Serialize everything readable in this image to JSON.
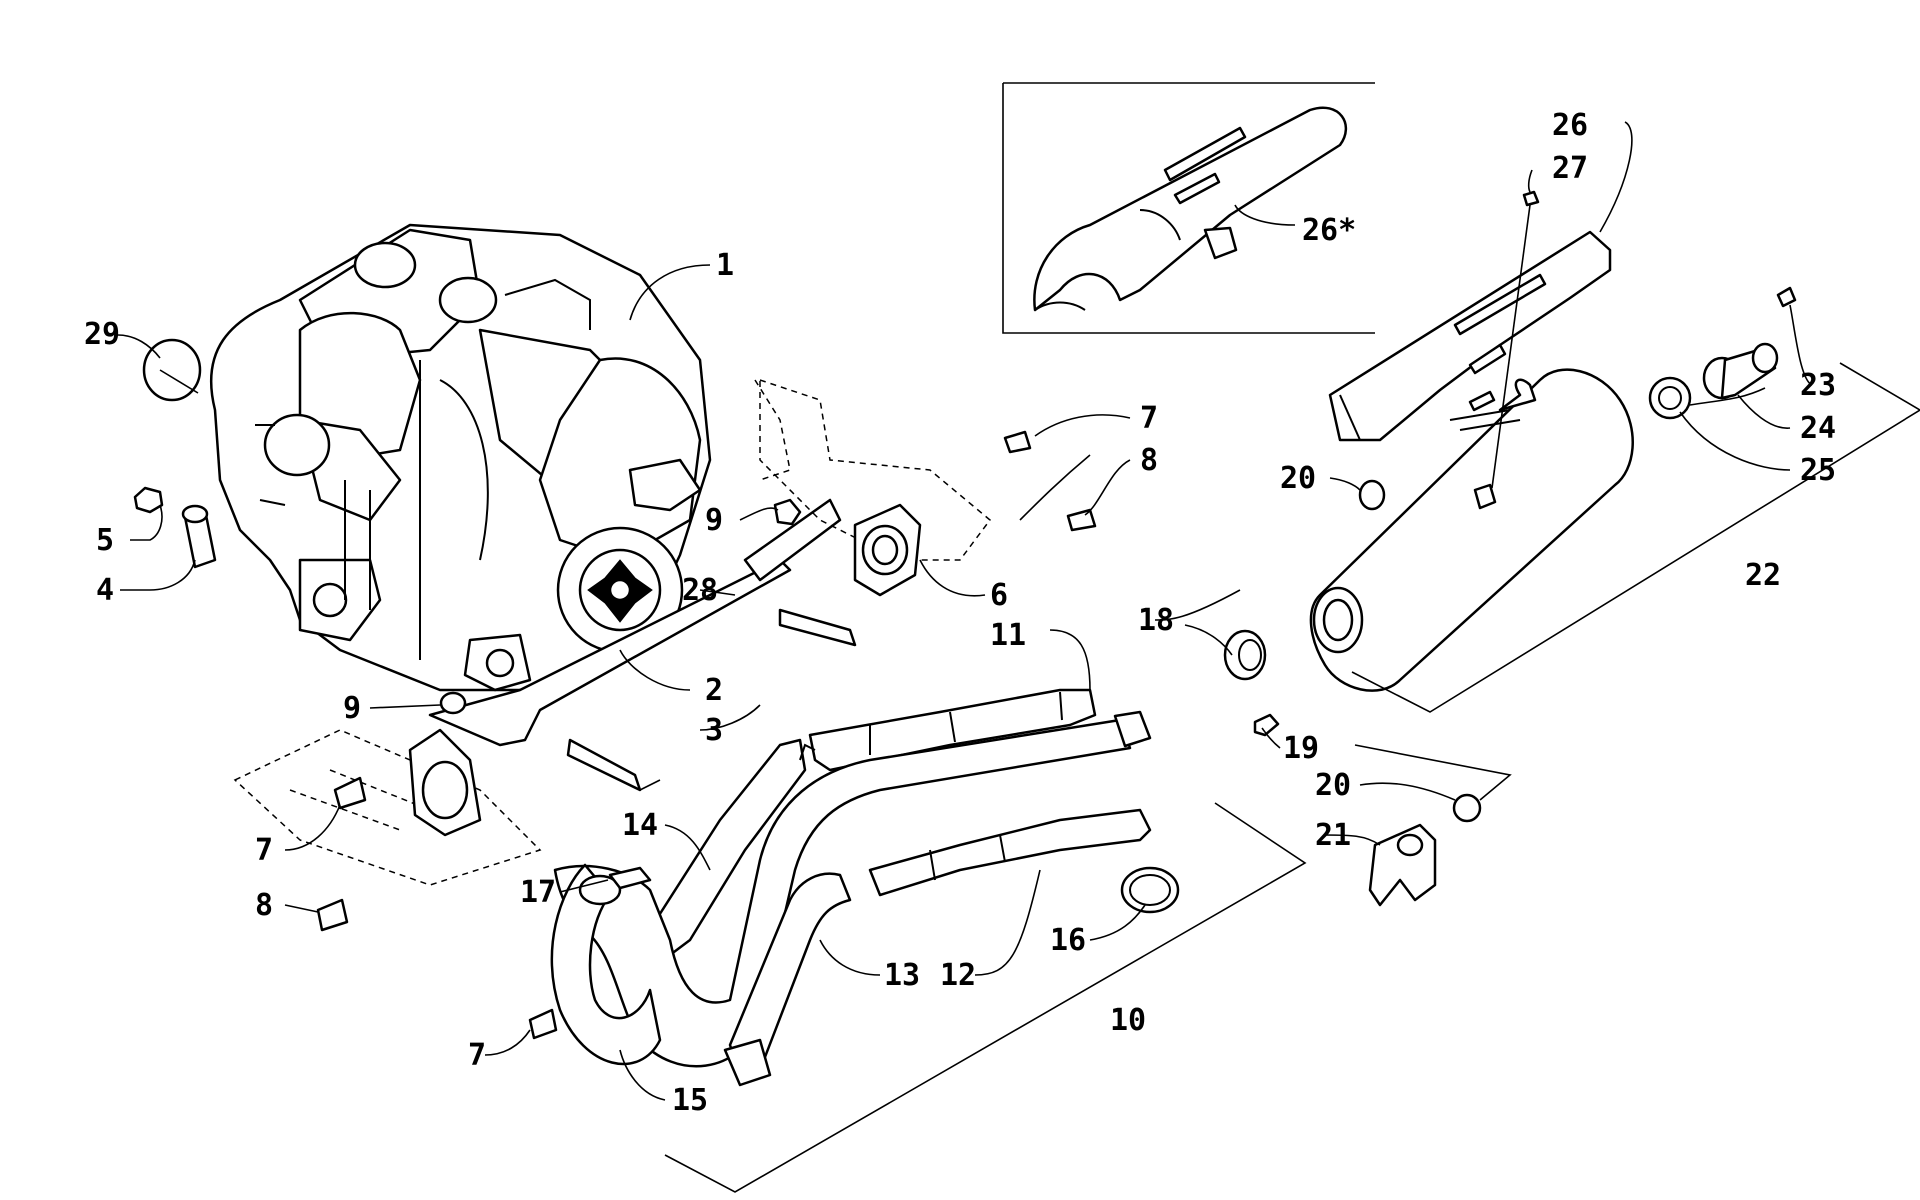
{
  "diagram": {
    "callouts": {
      "c1": "1",
      "c2": "2",
      "c3": "3",
      "c4": "4",
      "c5": "5",
      "c6": "6",
      "c7a": "7",
      "c7b": "7",
      "c7c": "7",
      "c8a": "8",
      "c8b": "8",
      "c9a": "9",
      "c9b": "9",
      "c10": "10",
      "c11": "11",
      "c12": "12",
      "c13": "13",
      "c14": "14",
      "c15": "15",
      "c16": "16",
      "c17": "17",
      "c18": "18",
      "c19": "19",
      "c20a": "20",
      "c20b": "20",
      "c21": "21",
      "c22": "22",
      "c23": "23",
      "c24": "24",
      "c25": "25",
      "c26a": "26",
      "c26b": "26*",
      "c27": "27",
      "c28": "28",
      "c29": "29"
    }
  }
}
